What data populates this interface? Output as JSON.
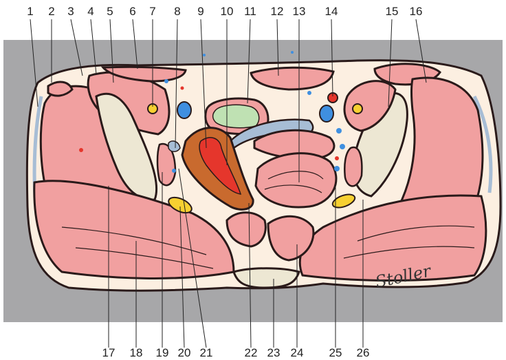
{
  "figure": {
    "labels_top": [
      "1",
      "2",
      "3",
      "4",
      "5",
      "6",
      "7",
      "8",
      "9",
      "10",
      "11",
      "12",
      "13",
      "14",
      "15",
      "16"
    ],
    "labels_bottom": [
      "17",
      "18",
      "19",
      "20",
      "21",
      "22",
      "23",
      "24",
      "25",
      "26"
    ],
    "signature": "Stoller",
    "colors": {
      "background_band": "#a7a7a9",
      "skin": "#fcefe1",
      "muscle": "#f1a0a0",
      "muscle_outline": "#2a1a1a",
      "bone": "#ede7d3",
      "fascia": "#a7bdd5",
      "vein": "#3f8fe0",
      "artery": "#e5362c",
      "nerve": "#f7d031",
      "rectum": "#c96a2e",
      "bladder_lumen": "#bfe1b3",
      "uterus": "#e88a8a"
    }
  }
}
